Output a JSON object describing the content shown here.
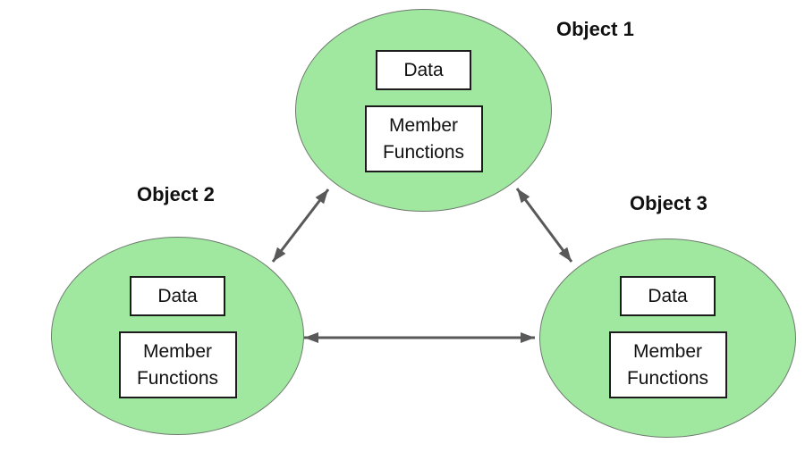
{
  "diagram": {
    "type": "object-communication-diagram",
    "objects": [
      {
        "label": "Object 1",
        "data_box": "Data",
        "member_functions_box": "Member Functions"
      },
      {
        "label": "Object 2",
        "data_box": "Data",
        "member_functions_box": "Member Functions"
      },
      {
        "label": "Object 3",
        "data_box": "Data",
        "member_functions_box": "Member Functions"
      }
    ],
    "edges": [
      {
        "from": "Object 1",
        "to": "Object 2",
        "bidirectional": true
      },
      {
        "from": "Object 1",
        "to": "Object 3",
        "bidirectional": true
      },
      {
        "from": "Object 2",
        "to": "Object 3",
        "bidirectional": true
      }
    ],
    "colors": {
      "ellipse_fill": "#a0e8a0",
      "ellipse_border": "#6f7a6f",
      "box_fill": "#ffffff",
      "box_border": "#1c1c1c",
      "arrow": "#595959",
      "text": "#111111",
      "background": "#ffffff"
    }
  }
}
